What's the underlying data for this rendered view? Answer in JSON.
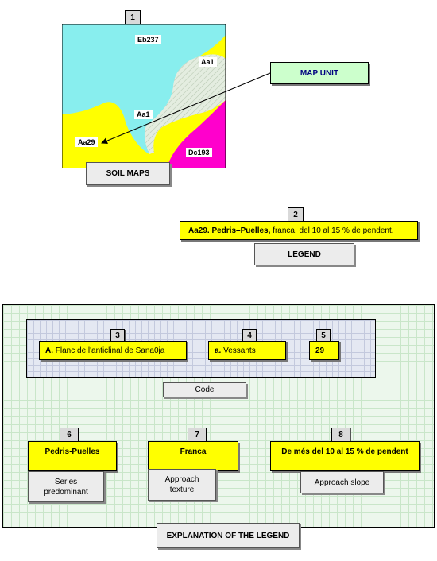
{
  "soil_map": {
    "number": "1",
    "labels": {
      "eb237": "Eb237",
      "aa1_top": "Aa1",
      "aa1_center": "Aa1",
      "aa29": "Aa29",
      "dc193": "Dc193"
    },
    "caption": "SOIL MAPS",
    "colors": {
      "blue": "#88eeee",
      "yellow": "#ffff00",
      "magenta": "#ff00cc",
      "hatch": "#d9e6d4"
    }
  },
  "map_unit": {
    "label": "MAP UNIT",
    "color": "#ccffcc"
  },
  "legend": {
    "number": "2",
    "text_bold": "Aa29. Pedris–Puelles,",
    "text_rest": " franca, del 10 al 15 % de pendent.",
    "caption": "LEGEND"
  },
  "explanation": {
    "code_items": [
      {
        "number": "3",
        "bold": "A.",
        "text": " Flanc de l'anticlinal de Sana0ja"
      },
      {
        "number": "4",
        "bold": "a.",
        "text": " Vessants"
      },
      {
        "number": "5",
        "bold": "29",
        "text": ""
      }
    ],
    "code_caption": "Code",
    "detail_items": [
      {
        "number": "6",
        "label": "Pedris-Puelles",
        "caption": "Series predominant"
      },
      {
        "number": "7",
        "label": "Franca",
        "caption": "Approach texture"
      },
      {
        "number": "8",
        "label": "De més del 10 al 15 % de pendent",
        "caption": "Approach slope"
      }
    ],
    "caption": "EXPLANATION OF THE LEGEND"
  }
}
